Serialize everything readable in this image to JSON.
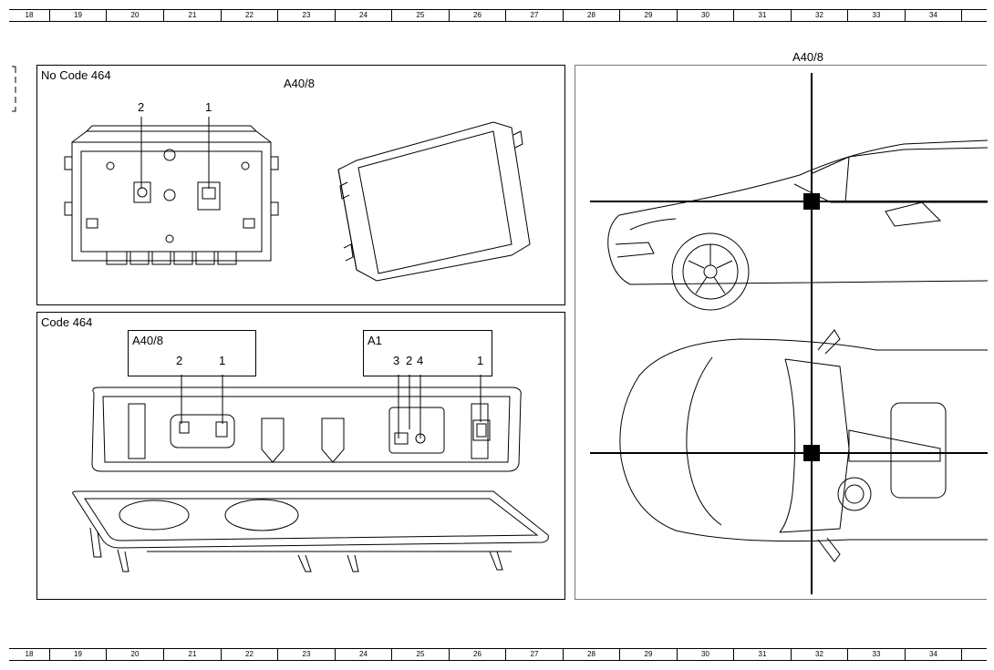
{
  "ruler": {
    "cells": [
      "18",
      "19",
      "20",
      "21",
      "22",
      "23",
      "24",
      "25",
      "26",
      "27",
      "28",
      "29",
      "30",
      "31",
      "32",
      "33",
      "34",
      ""
    ]
  },
  "panel_top": {
    "title": "No Code 464",
    "ref": "A40/8",
    "callouts": [
      "2",
      "1"
    ]
  },
  "panel_bottom": {
    "title": "Code 464",
    "box_left": {
      "label": "A40/8",
      "callouts": [
        "2",
        "1"
      ]
    },
    "box_right": {
      "label": "A1",
      "callouts": [
        "3",
        "2",
        "4",
        "1"
      ]
    }
  },
  "panel_car": {
    "ref": "A40/8"
  }
}
